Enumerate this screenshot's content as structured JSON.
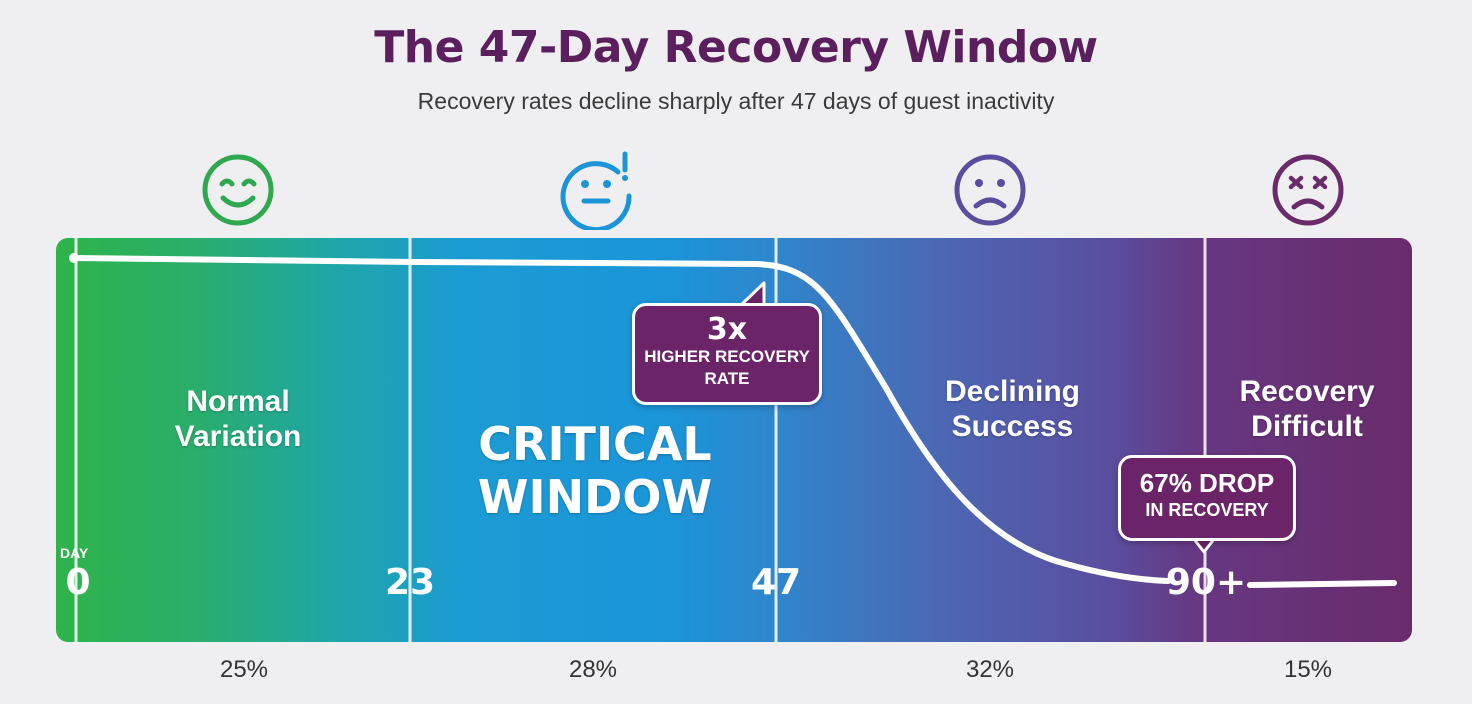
{
  "header": {
    "title": "The 47-Day Recovery Window",
    "subtitle": "Recovery rates decline sharply after 47 days of guest inactivity"
  },
  "colors": {
    "title": "#5b1f5e",
    "happy_icon": "#2fa84f",
    "neutral_icon": "#1b95d8",
    "sad_icon": "#5a4d9e",
    "distressed_icon": "#6a2b6b",
    "callout_fill": "#6b2468"
  },
  "icons": [
    {
      "name": "happy-face-icon",
      "zone": "Normal Variation"
    },
    {
      "name": "neutral-alert-face-icon",
      "zone": "CRITICAL WINDOW"
    },
    {
      "name": "sad-face-icon",
      "zone": "Declining Success"
    },
    {
      "name": "distressed-face-icon",
      "zone": "Recovery Difficult"
    }
  ],
  "zones": [
    {
      "line1": "Normal",
      "line2": "Variation",
      "share": "25%"
    },
    {
      "line1": "CRITICAL",
      "line2": "WINDOW",
      "share": "28%"
    },
    {
      "line1": "Declining",
      "line2": "Success",
      "share": "32%"
    },
    {
      "line1": "Recovery",
      "line2": "Difficult",
      "share": "15%"
    }
  ],
  "axis": {
    "caption": "DAY",
    "markers": [
      "0",
      "23",
      "47",
      "90+"
    ]
  },
  "callouts": {
    "critical": {
      "big": "3x",
      "line1": "HIGHER RECOVERY",
      "line2": "RATE"
    },
    "drop": {
      "big": "67% DROP",
      "line1": "IN RECOVERY"
    }
  }
}
